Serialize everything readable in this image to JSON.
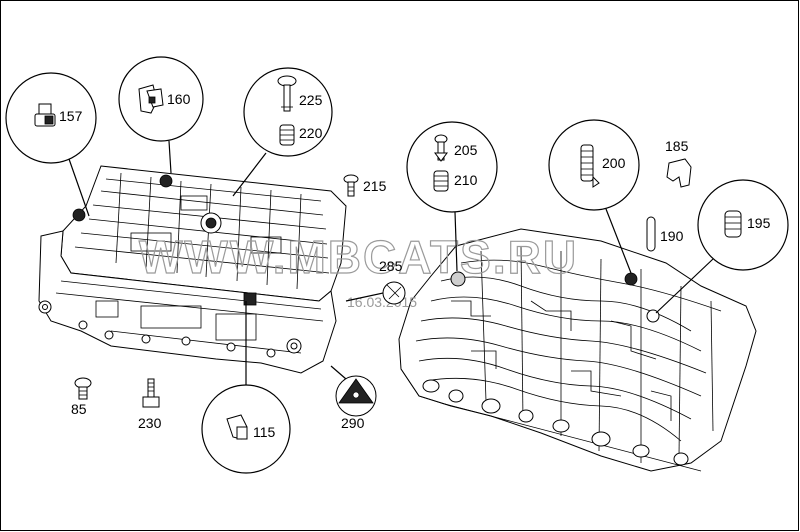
{
  "callouts": {
    "c157": "157",
    "c160": "160",
    "c225": "225",
    "c220": "220",
    "c215": "215",
    "c205": "205",
    "c210": "210",
    "c200": "200",
    "c185": "185",
    "c190": "190",
    "c195": "195",
    "c285": "285",
    "c85": "85",
    "c230": "230",
    "c115": "115",
    "c290": "290"
  },
  "watermark": {
    "text": "WWW.MBCATS.RU",
    "date": "16.03.2015"
  },
  "colors": {
    "line": "#000000",
    "background": "#ffffff",
    "watermark": "#9a9a9a"
  }
}
